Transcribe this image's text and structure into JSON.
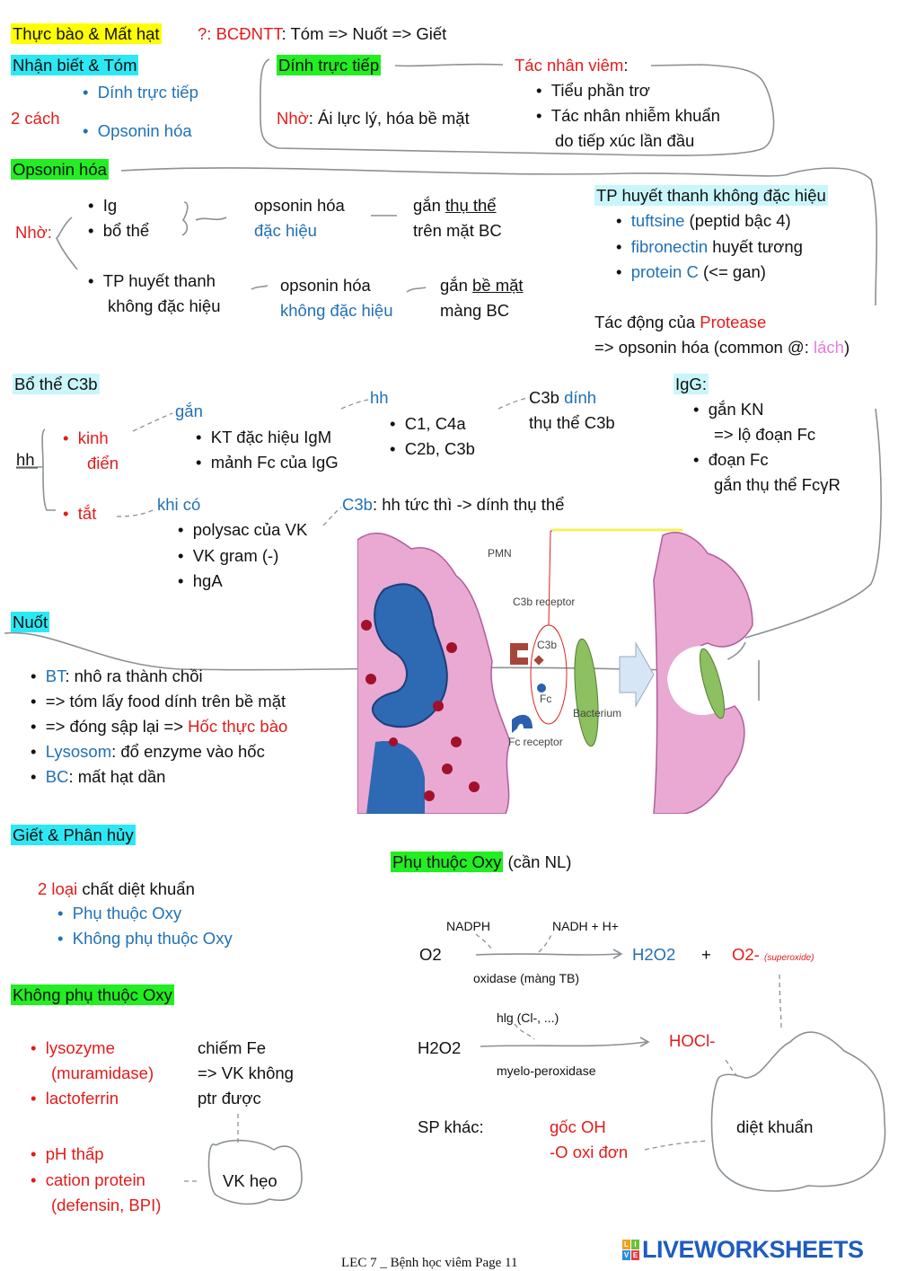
{
  "header": {
    "title": "Thực bào & Mất hạt",
    "question_label": "?: BCĐNTT",
    "question_rest": ": Tóm => Nuốt => Giết"
  },
  "recognize": {
    "heading": "Nhận biết & Tóm",
    "ways_label": "2 cách",
    "ways": [
      "Dính trực tiếp",
      "Opsonin hóa"
    ]
  },
  "direct": {
    "heading": "Dính trực tiếp",
    "via_label": "Nhờ",
    "via_text": ": Ái lực lý, hóa bề mặt",
    "agents_label": "Tác nhân viêm",
    "agents_colon": ":",
    "agents": [
      "Tiểu phần trơ",
      "Tác nhân nhiễm khuẩn"
    ],
    "agents_cont": "do tiếp xúc lần đầu"
  },
  "opsonin": {
    "heading": "Opsonin hóa",
    "via_label": "Nhờ:",
    "specific_items": [
      "Ig",
      "bổ thể"
    ],
    "specific_a": "opsonin hóa",
    "specific_b": "đặc hiệu",
    "specific_bind_a": "gắn ",
    "specific_bind_u": "thụ thể",
    "specific_bind_b": "trên mặt BC",
    "nonspec_a": "TP huyết thanh",
    "nonspec_b": "không đặc hiệu",
    "nonspec_op_a": "opsonin hóa",
    "nonspec_op_b": "không đặc hiệu",
    "nonspec_bind_a": "gắn ",
    "nonspec_bind_u": "bề mặt",
    "nonspec_bind_b": "màng BC"
  },
  "serum": {
    "heading": "TP huyết thanh không đặc hiệu",
    "items": [
      {
        "name": "tuftsine",
        "note": " (peptid bậc 4)"
      },
      {
        "name": "fibronectin",
        "note": " huyết tương"
      },
      {
        "name": "protein C",
        "note": " (<= gan)"
      }
    ],
    "protease_a": "Tác động của ",
    "protease_b": "Protease",
    "protease_line2_a": "=> opsonin hóa  (common @: ",
    "protease_line2_b": "lách",
    "protease_line2_c": ")"
  },
  "complement": {
    "heading": "Bổ thể C3b",
    "hh": "hh",
    "classic_a": "kinh",
    "classic_b": "điển",
    "bind_label": "gắn",
    "bind_items": [
      "KT đặc hiệu IgM",
      "mảnh Fc của IgG"
    ],
    "hh2": "hh",
    "hh2_items": [
      "C1, C4a",
      "C2b, C3b"
    ],
    "c3b_a": "C3b ",
    "c3b_b": "dính",
    "c3b_line2": "thụ thể C3b",
    "alt": "tắt",
    "when_label": "khi có",
    "when_items": [
      "polysac của VK",
      "VK gram (-)",
      "hgA"
    ],
    "c3b_fast_a": "C3b",
    "c3b_fast_b": ": hh tức thì -> dính thụ thể"
  },
  "igg": {
    "heading": "IgG:",
    "items": [
      "gắn KN",
      "đoạn Fc"
    ],
    "item1_cont": "=> lộ đoạn Fc",
    "item2_cont": "gắn thụ thể FcγR"
  },
  "figure": {
    "labels": {
      "pmn": "PMN",
      "c3b_receptor": "C3b receptor",
      "c3b": "C3b",
      "fc": "Fc",
      "bacterium": "Bacterium",
      "fc_receptor": "Fc receptor"
    }
  },
  "swallow": {
    "heading": "Nuốt",
    "items": [
      {
        "a": "BT",
        "b": ": nhô ra thành chồi"
      },
      {
        "a": "",
        "b": "=> tóm lấy food dính trên bề mặt"
      },
      {
        "a": "",
        "b": "=> đóng sập lại => ",
        "c": "Hốc thực bào"
      },
      {
        "a": "Lysosom",
        "b": ": đổ enzyme vào hốc"
      },
      {
        "a": "BC",
        "b": ": mất hạt dần"
      }
    ]
  },
  "kill": {
    "heading": "Giết & Phân hủy",
    "types_a": "2 loại",
    "types_b": " chất diệt khuẩn",
    "types": [
      "Phụ thuộc Oxy",
      "Không phụ thuộc Oxy"
    ]
  },
  "nonoxy": {
    "heading": "Không phụ thuộc Oxy",
    "items": [
      "lysozyme",
      "lactoferrin",
      "pH thấp",
      "cation protein"
    ],
    "lysozyme_cont": "(muramidase)",
    "cation_cont": "(defensin, BPI)",
    "iron": [
      "chiếm Fe",
      "=> VK không",
      "ptr được"
    ],
    "result": "VK hẹo"
  },
  "oxy": {
    "heading": "Phụ thuộc Oxy",
    "heading_note": " (cần NL)",
    "nadph": "NADPH",
    "nadh": "NADH + H+",
    "o2": "O2",
    "h2o2": "H2O2",
    "plus": "+",
    "o2minus": "O2-",
    "superoxide": "(superoxide)",
    "oxidase": "oxidase (màng TB)",
    "hlg": "hlg (Cl-, ...)",
    "h2o2_b": "H2O2",
    "hocl": "HOCl-",
    "mpo": "myelo-peroxidase",
    "other_label": "SP khác:",
    "other": [
      "gốc OH",
      "-O oxi đơn"
    ],
    "result": "diệt khuẩn"
  },
  "footer": {
    "page_label": "LEC 7 _ Bệnh học viêm Page 11",
    "logo": "LIVEWORKSHEETS",
    "logo_mark": [
      "L",
      "I",
      "V",
      "E"
    ]
  }
}
